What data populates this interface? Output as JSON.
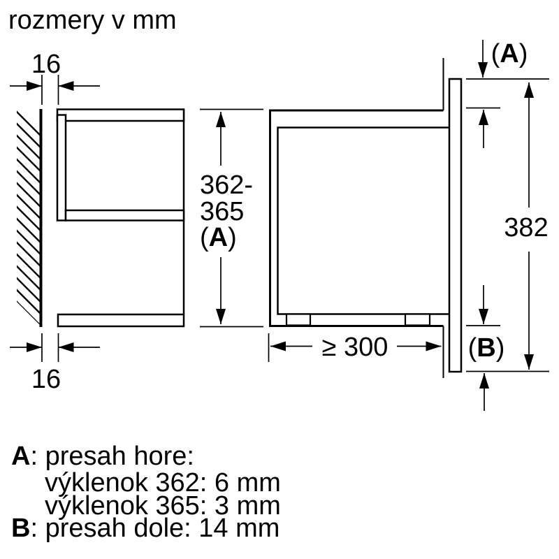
{
  "title": "rozmery v mm",
  "colors": {
    "line": "#000000",
    "background": "#ffffff"
  },
  "diagram": {
    "left_view": {
      "wall_gap_top": "16",
      "wall_gap_bottom": "16",
      "niche_height_line1": "362-",
      "niche_height_line2": "365",
      "niche_height_ref_open": "(",
      "niche_height_ref_letter": "A",
      "niche_height_ref_close": ")"
    },
    "right_view": {
      "overlap_top_open": "(",
      "overlap_top_letter": "A",
      "overlap_top_close": ")",
      "front_frame_height": "382",
      "overlap_bottom_open": "(",
      "overlap_bottom_letter": "B",
      "overlap_bottom_close": ")",
      "min_depth": "≥ 300"
    }
  },
  "legend": {
    "a_letter": "A",
    "a_rest": ": presah hore:",
    "a_sub1": "výklenok 362: 6 mm",
    "a_sub2": "výklenok 365: 3 mm",
    "b_letter": "B",
    "b_rest": ": presah dole: 14 mm"
  }
}
